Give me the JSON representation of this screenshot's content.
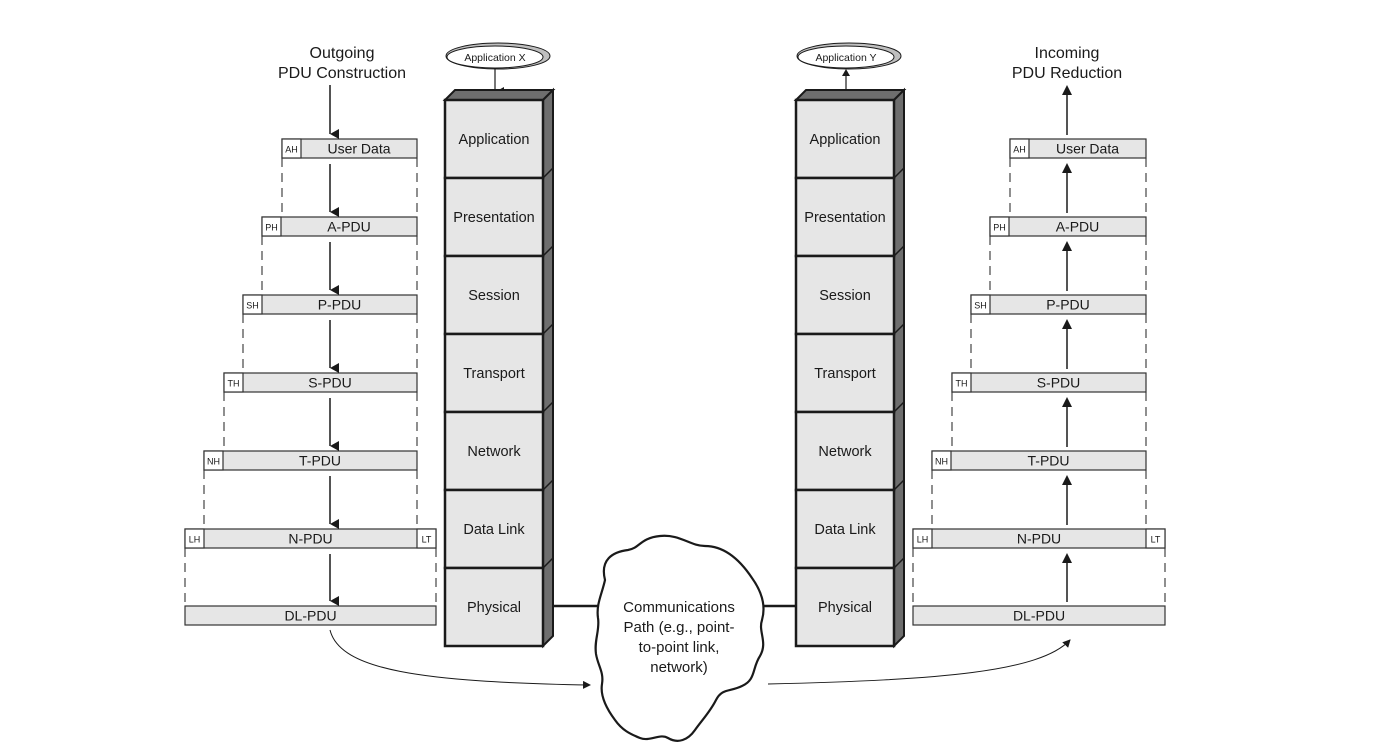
{
  "left": {
    "title_line1": "Outgoing",
    "title_line2": "PDU Construction",
    "app_label": "Application X",
    "pdus": [
      {
        "header": "AH",
        "body": "User Data",
        "trailer": ""
      },
      {
        "header": "PH",
        "body": "A-PDU",
        "trailer": ""
      },
      {
        "header": "SH",
        "body": "P-PDU",
        "trailer": ""
      },
      {
        "header": "TH",
        "body": "S-PDU",
        "trailer": ""
      },
      {
        "header": "NH",
        "body": "T-PDU",
        "trailer": ""
      },
      {
        "header": "LH",
        "body": "N-PDU",
        "trailer": "LT"
      },
      {
        "header": "",
        "body": "DL-PDU",
        "trailer": ""
      }
    ]
  },
  "right": {
    "title_line1": "Incoming",
    "title_line2": "PDU Reduction",
    "app_label": "Application Y",
    "pdus": [
      {
        "header": "AH",
        "body": "User Data",
        "trailer": ""
      },
      {
        "header": "PH",
        "body": "A-PDU",
        "trailer": ""
      },
      {
        "header": "SH",
        "body": "P-PDU",
        "trailer": ""
      },
      {
        "header": "TH",
        "body": "S-PDU",
        "trailer": ""
      },
      {
        "header": "NH",
        "body": "T-PDU",
        "trailer": ""
      },
      {
        "header": "LH",
        "body": "N-PDU",
        "trailer": "LT"
      },
      {
        "header": "",
        "body": "DL-PDU",
        "trailer": ""
      }
    ]
  },
  "layers": [
    "Application",
    "Presentation",
    "Session",
    "Transport",
    "Network",
    "Data Link",
    "Physical"
  ],
  "cloud": {
    "lines": [
      "Communications",
      "Path (e.g., point-",
      "to-point link,",
      "network)"
    ]
  },
  "colors": {
    "box_fill": "#e6e6e6",
    "side_fill": "#6e6e6e",
    "stroke": "#1a1a1a"
  }
}
